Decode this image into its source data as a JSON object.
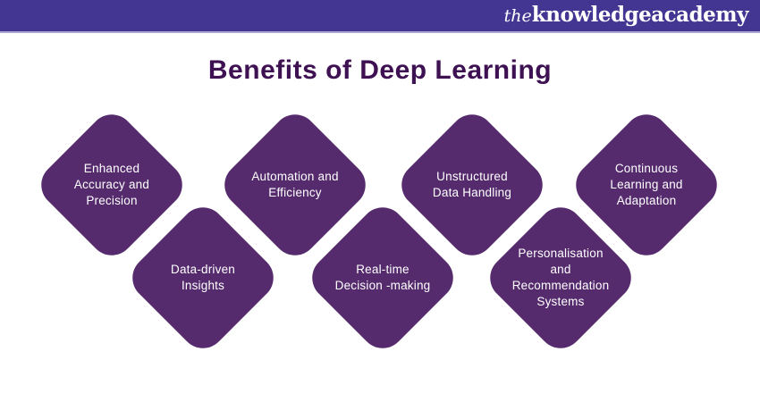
{
  "header": {
    "logo_the": "the",
    "logo_rest": "knowledgeacademy",
    "background_color": "#433592",
    "border_color": "#ABA5D6"
  },
  "title": {
    "text": "Benefits of Deep Learning",
    "color": "#3D1152"
  },
  "diamonds": {
    "fill_color": "#552B6E",
    "text_color": "#FFFFFF",
    "items": [
      {
        "name": "enhanced-accuracy-precision",
        "lines": [
          "Enhanced",
          "Accuracy and",
          "Precision"
        ]
      },
      {
        "name": "automation-efficiency",
        "lines": [
          "Automation and",
          "Efficiency"
        ]
      },
      {
        "name": "unstructured-data-handling",
        "lines": [
          "Unstructured",
          "Data Handling"
        ]
      },
      {
        "name": "continuous-learning-adaptation",
        "lines": [
          "Continuous",
          "Learning and",
          "Adaptation"
        ]
      },
      {
        "name": "data-driven-insights",
        "lines": [
          "Data-driven",
          "Insights"
        ]
      },
      {
        "name": "real-time-decision-making",
        "lines": [
          "Real-time",
          "Decision -making"
        ]
      },
      {
        "name": "personalisation-recommendation",
        "lines": [
          "Personalisation",
          "and",
          "Recommendation",
          "Systems"
        ]
      }
    ]
  }
}
